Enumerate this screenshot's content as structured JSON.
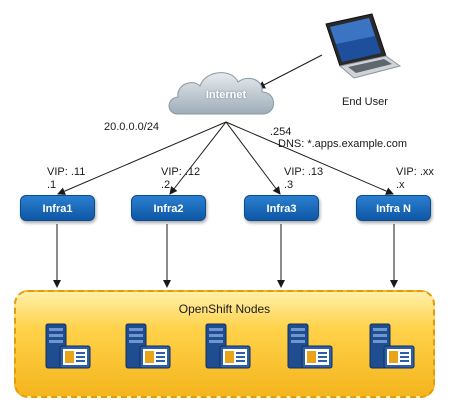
{
  "internet": {
    "label": "Internet"
  },
  "end_user": {
    "label": "End User"
  },
  "network": {
    "subnet": "20.0.0.0/24",
    "gateway": ".254",
    "dns": "DNS: *.apps.example.com"
  },
  "infra_nodes": [
    {
      "name": "Infra1",
      "vip": "VIP:  .11",
      "ip": ".1"
    },
    {
      "name": "Infra2",
      "vip": "VIP:  .12",
      "ip": ".2"
    },
    {
      "name": "Infra3",
      "vip": "VIP:  .13",
      "ip": ".3"
    },
    {
      "name": "Infra N",
      "vip": "VIP:  .xx",
      "ip": ".x"
    }
  ],
  "openshift": {
    "title": "OpenShift Nodes",
    "server_count": 5
  },
  "colors": {
    "infra_box": "#1565c0",
    "panel_fill": "#ffc82e",
    "panel_border": "#e39a0e",
    "cloud": "#bcc7d0",
    "server": "#1f4d8f"
  },
  "icons": {
    "cloud": "cloud-icon",
    "laptop": "laptop-icon",
    "server": "server-icon"
  }
}
